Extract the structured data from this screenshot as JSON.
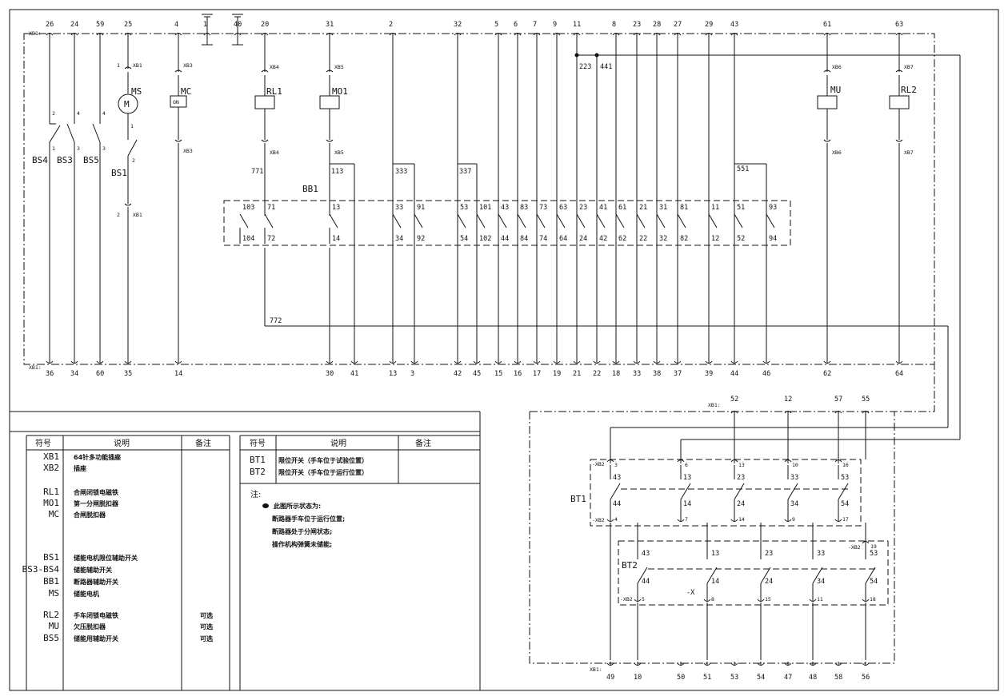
{
  "strip_top": {
    "label": "XB1:",
    "terminals": [
      "26",
      "24",
      "59",
      "25",
      "4",
      "1",
      "40",
      "20",
      "31",
      "2",
      "32",
      "5",
      "6",
      "7",
      "9",
      "11",
      "8",
      "23",
      "28",
      "27",
      "29",
      "43",
      "61",
      "63"
    ]
  },
  "strip_bottom": {
    "label": "XB1:",
    "terminals": [
      "36",
      "34",
      "60",
      "35",
      "14",
      "30",
      "41",
      "13",
      "3",
      "42",
      "45",
      "15",
      "16",
      "17",
      "19",
      "21",
      "22",
      "18",
      "33",
      "38",
      "37",
      "39",
      "44",
      "46",
      "62",
      "64"
    ]
  },
  "strip_right_top": {
    "label": "XB1:",
    "terminals": [
      "52",
      "12",
      "57",
      "55"
    ]
  },
  "strip_right_bottom": {
    "label": "XB1:",
    "terminals": [
      "49",
      "10",
      "50",
      "51",
      "53",
      "54",
      "47",
      "48",
      "58",
      "56"
    ]
  },
  "devices": {
    "ms": "MS",
    "mc": "MC",
    "mc_on": "ON",
    "rl1": "RL1",
    "mo1": "MO1",
    "mu": "MU",
    "rl2": "RL2",
    "bs4": "BS4",
    "bs3": "BS3",
    "bs5": "BS5",
    "bs1": "BS1",
    "bb1": "BB1",
    "bt1": "BT1",
    "bt2": "BT2",
    "motor": "M",
    "xb2": "-XB2",
    "x": "-X"
  },
  "wire_labels": {
    "w771": "771",
    "w113": "113",
    "w333": "333",
    "w337": "337",
    "w551": "551",
    "w772": "772",
    "w223": "223",
    "w441": "441"
  },
  "table_left": {
    "headers": [
      "符号",
      "说明",
      "备注"
    ],
    "rows": [
      {
        "sym": "XB1",
        "desc": "64针多功能插座",
        "note": ""
      },
      {
        "sym": "XB2",
        "desc": "插座",
        "note": ""
      },
      {
        "sym": "RL1",
        "desc": "合闸闭锁电磁铁",
        "note": ""
      },
      {
        "sym": "MO1",
        "desc": "第一分闸脱扣器",
        "note": ""
      },
      {
        "sym": "MC",
        "desc": "合闸脱扣器",
        "note": ""
      },
      {
        "sym": "BS1",
        "desc": "储能电机限位辅助开关",
        "note": ""
      },
      {
        "sym": "BS3-BS4",
        "desc": "储能辅助开关",
        "note": ""
      },
      {
        "sym": "BB1",
        "desc": "断路器辅助开关",
        "note": ""
      },
      {
        "sym": "MS",
        "desc": "储能电机",
        "note": ""
      },
      {
        "sym": "RL2",
        "desc": "手车闭锁电磁铁",
        "note": "可选"
      },
      {
        "sym": "MU",
        "desc": "欠压脱扣器",
        "note": "可选"
      },
      {
        "sym": "BS5",
        "desc": "储能用辅助开关",
        "note": "可选"
      }
    ]
  },
  "table_right": {
    "headers": [
      "符号",
      "说明",
      "备注"
    ],
    "rows": [
      {
        "sym": "BT1",
        "desc": "限位开关（手车位于试验位置）"
      },
      {
        "sym": "BT2",
        "desc": "限位开关（手车位于运行位置）"
      }
    ],
    "note_title": "注:",
    "notes": [
      "此图所示状态为:",
      "断路器手车位于运行位置;",
      "断路器处于分闸状态;",
      "操作机构弹簧未储能;"
    ]
  }
}
